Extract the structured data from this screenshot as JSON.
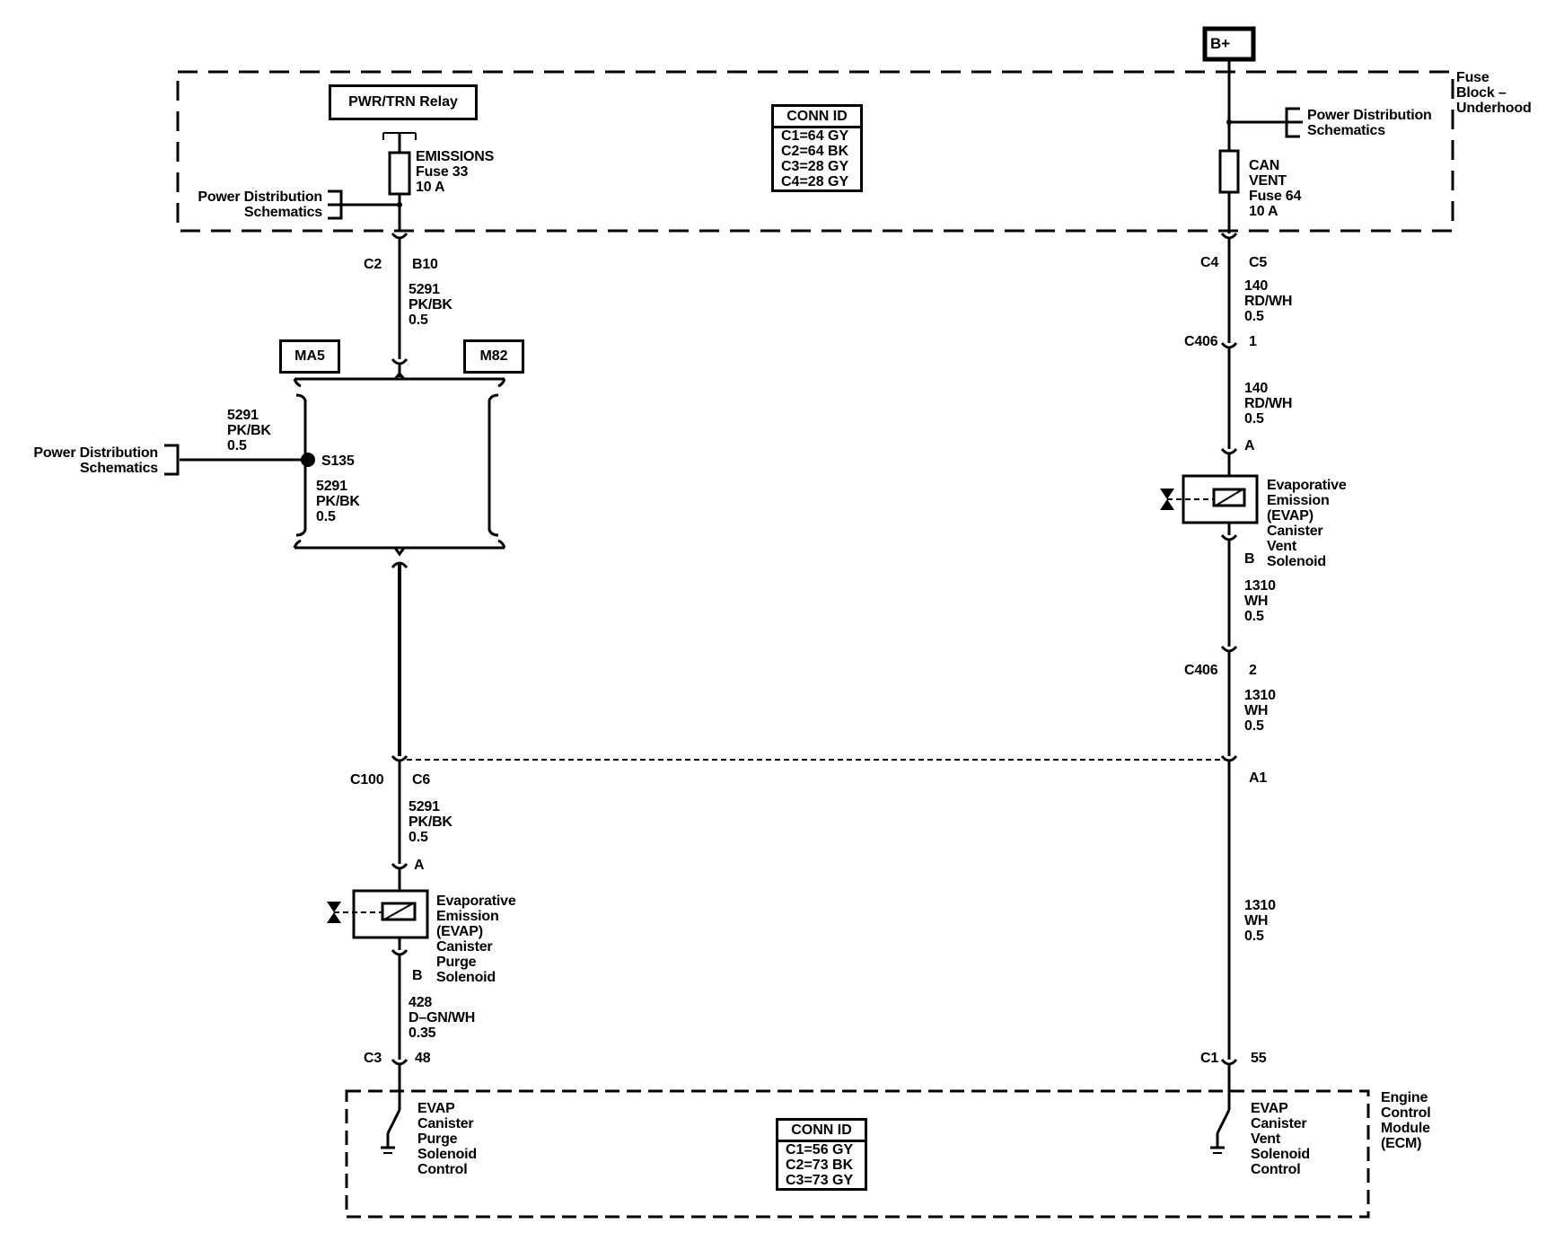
{
  "supply": {
    "bplus": "B+"
  },
  "fuse_block": {
    "title": "Fuse\nBlock –\nUnderhood",
    "relay": "PWR/TRN Relay",
    "fuse33": "EMISSIONS\nFuse 33\n10 A",
    "fuse64": "CAN\nVENT\nFuse 64\n10 A",
    "pds_left": "Power Distribution\nSchematics",
    "pds_right": "Power Distribution\nSchematics",
    "conn_id": {
      "header": "CONN ID",
      "rows": [
        "C1=64 GY",
        "C2=64 BK",
        "C3=28 GY",
        "C4=28 GY"
      ]
    }
  },
  "left_circuit": {
    "c2": "C2",
    "b10": "B10",
    "wire1": "5291\nPK/BK\n0.5",
    "ma5": "MA5",
    "m82": "M82",
    "pds": "Power Distribution\nSchematics",
    "wire_left": "5291\nPK/BK\n0.5",
    "s135": "S135",
    "wire_s135": "5291\nPK/BK\n0.5",
    "c100": "C100",
    "c6": "C6",
    "wire2": "5291\nPK/BK\n0.5",
    "pin_a": "A",
    "pin_b": "B",
    "purge_solenoid": "Evaporative\nEmission\n(EVAP)\nCanister\nPurge\nSolenoid",
    "wire3": "428\nD–GN/WH\n0.35",
    "c3": "C3",
    "pin48": "48",
    "ecm_purge": "EVAP\nCanister\nPurge\nSolenoid\nControl"
  },
  "right_circuit": {
    "c4": "C4",
    "c5": "C5",
    "wire1": "140\nRD/WH\n0.5",
    "c406a": "C406",
    "pin1": "1",
    "wire2": "140\nRD/WH\n0.5",
    "pin_a": "A",
    "pin_b": "B",
    "vent_solenoid": "Evaporative\nEmission\n(EVAP)\nCanister\nVent\nSolenoid",
    "wire3": "1310\nWH\n0.5",
    "c406b": "C406",
    "pin2": "2",
    "wire4": "1310\nWH\n0.5",
    "a1": "A1",
    "wire5": "1310\nWH\n0.5",
    "c1": "C1",
    "pin55": "55",
    "ecm_vent": "EVAP\nCanister\nVent\nSolenoid\nControl"
  },
  "ecm": {
    "title": "Engine\nControl\nModule\n(ECM)",
    "conn_id": {
      "header": "CONN ID",
      "rows": [
        "C1=56 GY",
        "C2=73 BK",
        "C3=73 GY"
      ]
    }
  }
}
